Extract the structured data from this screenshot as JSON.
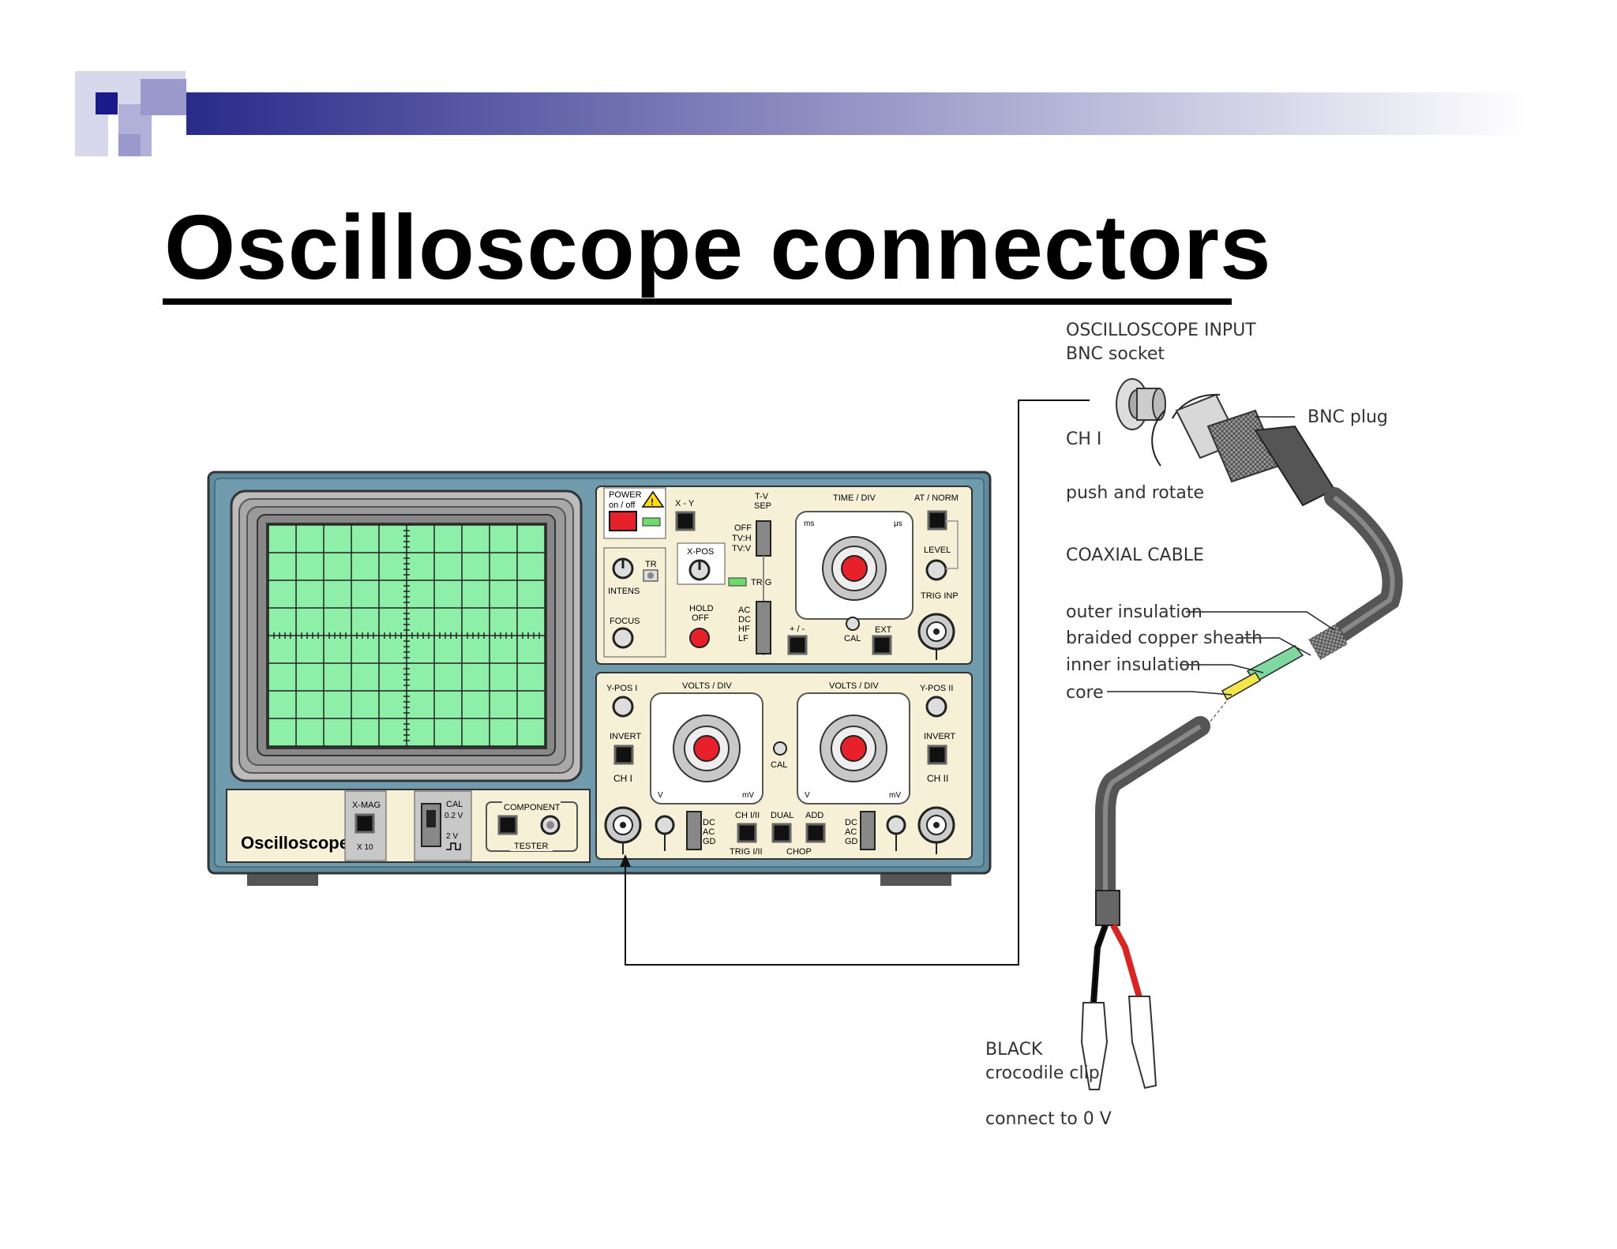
{
  "slide": {
    "title": "Oscilloscope connectors"
  },
  "colors": {
    "header_band": "#2d2d8c",
    "screen": "#8ef0a8",
    "panel": "#f5f0d6",
    "body": "#5f8c9e",
    "knob_red": "#e8202a"
  },
  "scope": {
    "brand": "Oscilloscope",
    "power": "POWER",
    "on_off": "on / off",
    "xy": "X - Y",
    "tv_sep": "T-V",
    "tv_sep2": "SEP",
    "sep_off": "OFF",
    "sep_tvh": "TV:H",
    "sep_tvv": "TV:V",
    "trig": "TRIG",
    "time_div": "TIME / DIV",
    "at_norm": "AT / NORM",
    "level": "LEVEL",
    "trig_inp": "TRIG INP",
    "x_pos": "X-POS",
    "tr": "TR",
    "intens": "INTENS",
    "focus": "FOCUS",
    "hold": "HOLD",
    "hold_off": "OFF",
    "coupling_ac": "AC",
    "coupling_dc": "DC",
    "coupling_hf": "HF",
    "coupling_lf": "LF",
    "plus_minus": "+ / -",
    "cal": "CAL",
    "ext": "EXT",
    "ms": "ms",
    "us": "μs",
    "ypos1": "Y-POS I",
    "ypos2": "Y-POS II",
    "volts_div": "VOLTS / DIV",
    "invert": "INVERT",
    "ch1": "CH I",
    "ch2": "CH II",
    "mv": "mV",
    "v": "V",
    "dc": "DC",
    "ac": "AC",
    "gd": "GD",
    "ch_mode_ch": "CH I/II",
    "ch_mode_dual": "DUAL",
    "ch_mode_add": "ADD",
    "trig_sel": "TRIG I/II",
    "chop": "CHOP",
    "xmag": "X-MAG",
    "x10": "X 10",
    "cal_v": "CAL",
    "cal_02": "0.2 V",
    "cal_2": "2 V",
    "component": "COMPONENT",
    "tester": "TESTER"
  },
  "labels": {
    "input_line1": "OSCILLOSCOPE INPUT",
    "input_line2": "BNC socket",
    "bnc_plug": "BNC plug",
    "ch1": "CH I",
    "push_rotate": "push and rotate",
    "coaxial": "COAXIAL CABLE",
    "outer_insulation": "outer insulation",
    "braided": "braided copper sheath",
    "inner_insulation": "inner insulation",
    "core": "core",
    "black": "BLACK",
    "crocodile": "crocodile clip",
    "connect": "connect to 0 V"
  }
}
